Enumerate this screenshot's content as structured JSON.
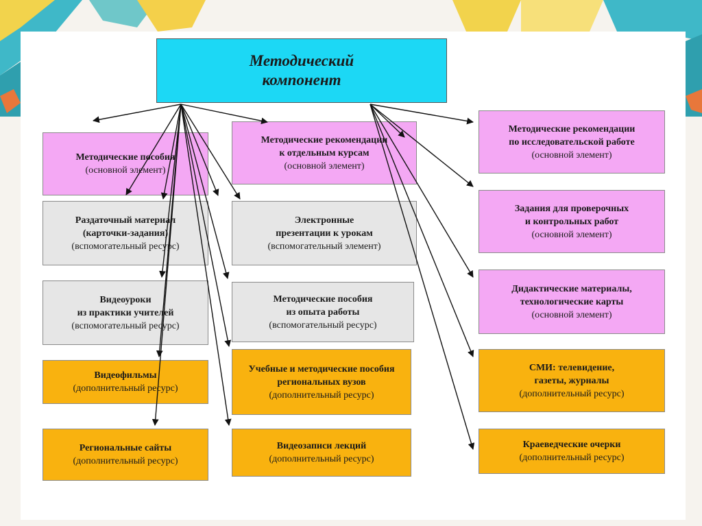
{
  "diagram": {
    "root": {
      "title": "Методический\nкомпонент"
    },
    "boxes": [
      {
        "id": "b1",
        "title": "Методические пособия",
        "sub": "(основной элемент)",
        "color": "#f4a8f4"
      },
      {
        "id": "b2",
        "title": "Раздаточный материал\n(карточки-задания)",
        "sub": "(вспомогательный ресурс)",
        "color": "#e6e6e6"
      },
      {
        "id": "b3",
        "title": "Видеоуроки\nиз практики учителей",
        "sub": "(вспомогательный ресурс)",
        "color": "#e6e6e6"
      },
      {
        "id": "b4",
        "title": "Видеофильмы",
        "sub": "(дополнительный ресурс)",
        "color": "#f9b20f"
      },
      {
        "id": "b5",
        "title": "Региональные сайты",
        "sub": "(дополнительный ресурс)",
        "color": "#f9b20f"
      },
      {
        "id": "b6",
        "title": "Методические рекомендации\nк отдельным курсам",
        "sub": "(основной элемент)",
        "color": "#f4a8f4"
      },
      {
        "id": "b7",
        "title": "Электронные\nпрезентации к урокам",
        "sub": "(вспомогательный элемент)",
        "color": "#e6e6e6"
      },
      {
        "id": "b8",
        "title": "Методические пособия\nиз опыта работы",
        "sub": "(вспомогательный ресурс)",
        "color": "#e6e6e6"
      },
      {
        "id": "b9",
        "title": "Учебные и методические пособия\nрегиональных вузов",
        "sub": "(дополнительный ресурс)",
        "color": "#f9b20f"
      },
      {
        "id": "b10",
        "title": "Видеозаписи лекций",
        "sub": "(дополнительный ресурс)",
        "color": "#f9b20f"
      },
      {
        "id": "b11",
        "title": "Методические рекомендации\nпо исследовательской работе",
        "sub": "(основной элемент)",
        "color": "#f4a8f4"
      },
      {
        "id": "b12",
        "title": "Задания для проверочных\nи контрольных работ",
        "sub": "(основной элемент)",
        "color": "#f4a8f4"
      },
      {
        "id": "b13",
        "title": "Дидактические материалы,\nтехнологические карты",
        "sub": "(основной элемент)",
        "color": "#f4a8f4"
      },
      {
        "id": "b14",
        "title": "СМИ: телевидение,\nгазеты, журналы",
        "sub": "(дополнительный ресурс)",
        "color": "#f9b20f"
      },
      {
        "id": "b15",
        "title": "Краеведческие очерки",
        "sub": "(дополнительный ресурс)",
        "color": "#f9b20f"
      }
    ]
  }
}
